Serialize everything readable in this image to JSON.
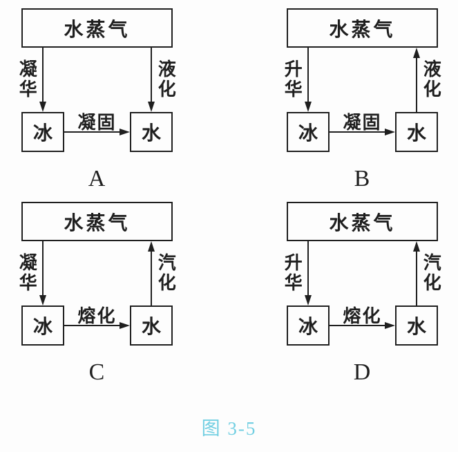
{
  "figure": {
    "line_color": "#1f1f1f",
    "background": "#fdfdfd"
  },
  "caption": {
    "text": "图 3-5",
    "color": "#72cfe2"
  },
  "diagrams": [
    {
      "letter": "A",
      "vapor_label": "水蒸气",
      "ice_label": "冰",
      "water_label": "水",
      "left_arrow": {
        "label": "凝华",
        "direction": "down"
      },
      "right_arrow": {
        "label": "液化",
        "direction": "down"
      },
      "bottom_arrow": {
        "label": "凝固",
        "direction": "right"
      }
    },
    {
      "letter": "B",
      "vapor_label": "水蒸气",
      "ice_label": "冰",
      "water_label": "水",
      "left_arrow": {
        "label": "升华",
        "direction": "down"
      },
      "right_arrow": {
        "label": "液化",
        "direction": "up"
      },
      "bottom_arrow": {
        "label": "凝固",
        "direction": "right"
      }
    },
    {
      "letter": "C",
      "vapor_label": "水蒸气",
      "ice_label": "冰",
      "water_label": "水",
      "left_arrow": {
        "label": "凝华",
        "direction": "down"
      },
      "right_arrow": {
        "label": "汽化",
        "direction": "up"
      },
      "bottom_arrow": {
        "label": "熔化",
        "direction": "right"
      }
    },
    {
      "letter": "D",
      "vapor_label": "水蒸气",
      "ice_label": "冰",
      "water_label": "水",
      "left_arrow": {
        "label": "升华",
        "direction": "down"
      },
      "right_arrow": {
        "label": "汽化",
        "direction": "up"
      },
      "bottom_arrow": {
        "label": "熔化",
        "direction": "right"
      }
    }
  ]
}
